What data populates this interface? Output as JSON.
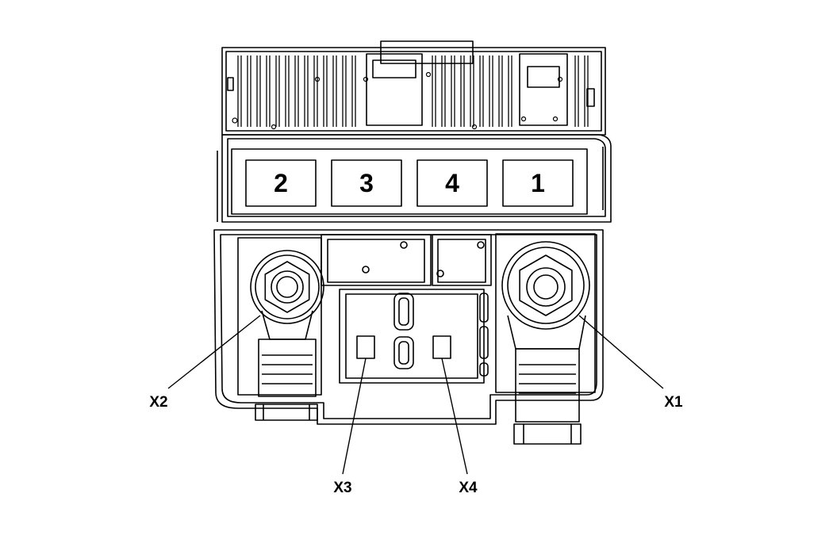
{
  "fuses": [
    {
      "label": "2"
    },
    {
      "label": "3"
    },
    {
      "label": "4"
    },
    {
      "label": "1"
    }
  ],
  "callouts": {
    "x1": "X1",
    "x2": "X2",
    "x3": "X3",
    "x4": "X4"
  },
  "colors": {
    "line": "#000000",
    "background": "#ffffff"
  }
}
